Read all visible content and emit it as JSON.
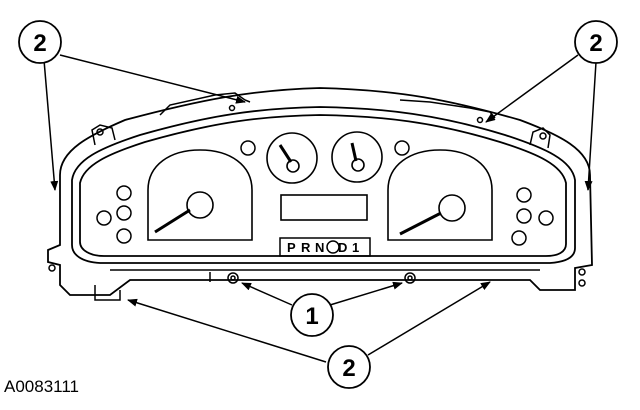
{
  "figure_id": "A0083111",
  "callouts": {
    "top_left": "2",
    "top_right": "2",
    "bottom": "2",
    "center": "1"
  },
  "prndl": {
    "p": "P",
    "r": "R",
    "n": "N",
    "d": "D",
    "one": "1"
  },
  "colors": {
    "line": "#000000",
    "background": "#ffffff"
  }
}
